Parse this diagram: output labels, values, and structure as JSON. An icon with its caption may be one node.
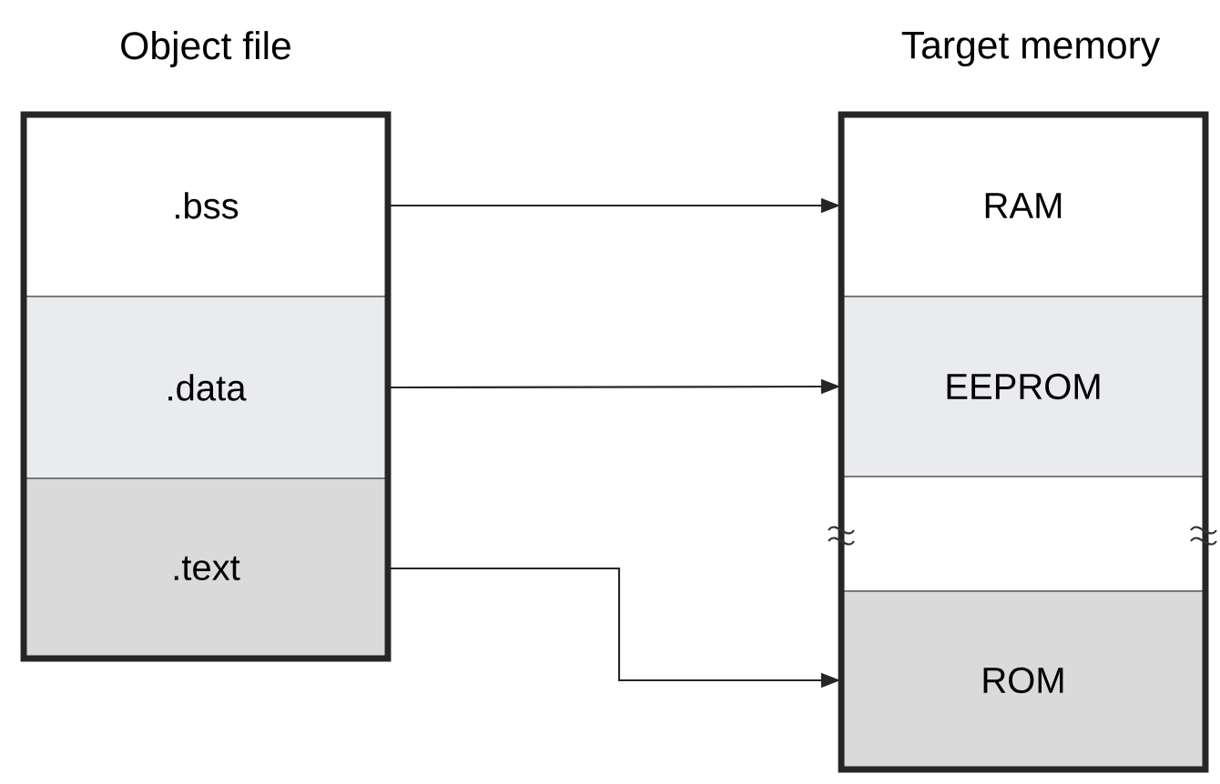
{
  "diagram": {
    "nodes": [
      {
        "text": [
          "Object file"
        ]
      },
      {
        "text": [
          ".bss"
        ],
        "in": 0
      },
      {
        "text": [
          ".data"
        ],
        "in": 0
      },
      {
        "text": [
          ".text"
        ],
        "in": 0
      },
      {
        "text": [
          "Target memory"
        ]
      },
      {
        "text": [
          "RAM"
        ],
        "in": 4
      },
      {
        "text": [
          "EEPROM"
        ],
        "in": 4
      },
      {
        "text": [],
        "shape": "box",
        "in": 4
      },
      {
        "text": [
          "ROM"
        ],
        "in": 4
      }
    ],
    "edges": [
      {
        "from": 1,
        "to": 5,
        "arrow": "to"
      },
      {
        "from": 2,
        "to": 6,
        "arrow": "to"
      },
      {
        "from": 3,
        "to": 8,
        "arrow": "to"
      }
    ]
  }
}
